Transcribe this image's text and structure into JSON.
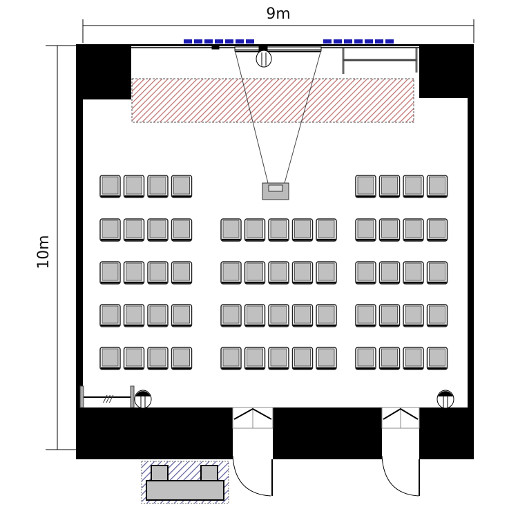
{
  "dimensions": {
    "width_label": "9m",
    "depth_label": "10m"
  },
  "seating": {
    "blocks": [
      {
        "name": "left",
        "columns": 4,
        "rows": [
          1,
          2,
          3,
          4,
          5
        ]
      },
      {
        "name": "center",
        "columns": 5,
        "rows": [
          2,
          3,
          4,
          5
        ]
      },
      {
        "name": "right",
        "columns": 4,
        "rows": [
          1,
          2,
          3,
          4,
          5
        ]
      }
    ]
  },
  "colors": {
    "wall": "#000000",
    "chair": "#c0c0c0",
    "stage_hatch": "#c07070",
    "window": "#1a1ab0",
    "entry_hatch": "#6060a0"
  }
}
